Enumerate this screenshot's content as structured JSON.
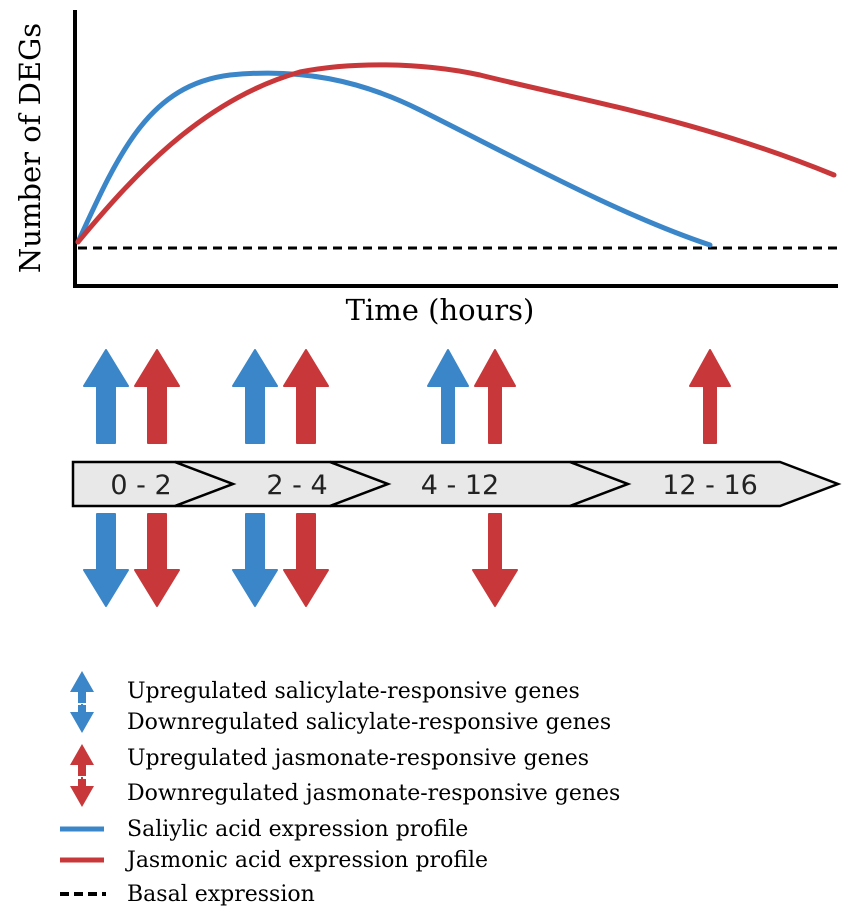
{
  "axes": {
    "ylabel": "Number of DEGs",
    "xlabel": "Time (hours)"
  },
  "timeline": {
    "segments": [
      {
        "label": "0 - 2",
        "sa_up": true,
        "ja_up": true,
        "sa_down": true,
        "ja_down": true,
        "up_size": "large"
      },
      {
        "label": "2 - 4",
        "sa_up": true,
        "ja_up": true,
        "sa_down": true,
        "ja_down": true,
        "up_size": "large"
      },
      {
        "label": "4 - 12",
        "sa_up": true,
        "ja_up": true,
        "sa_down": false,
        "ja_down": true,
        "up_size": "medium"
      },
      {
        "label": "12 - 16",
        "sa_up": false,
        "ja_up": true,
        "sa_down": false,
        "ja_down": false,
        "up_size": "medium"
      }
    ]
  },
  "legend": {
    "sa_up": "Upregulated salicylate-responsive genes",
    "sa_down": "Downregulated salicylate-responsive genes",
    "ja_up": "Upregulated jasmonate-responsive genes",
    "ja_down": "Downregulated jasmonate-responsive genes",
    "sa_profile": "Saliylic acid expression profile",
    "ja_profile": "Jasmonic acid expression profile",
    "basal": "Basal expression"
  },
  "colors": {
    "salicylate": "#3a86c8",
    "jasmonate": "#c8383a",
    "basal": "#000000",
    "timeline_fill": "#e8e8e8"
  }
}
